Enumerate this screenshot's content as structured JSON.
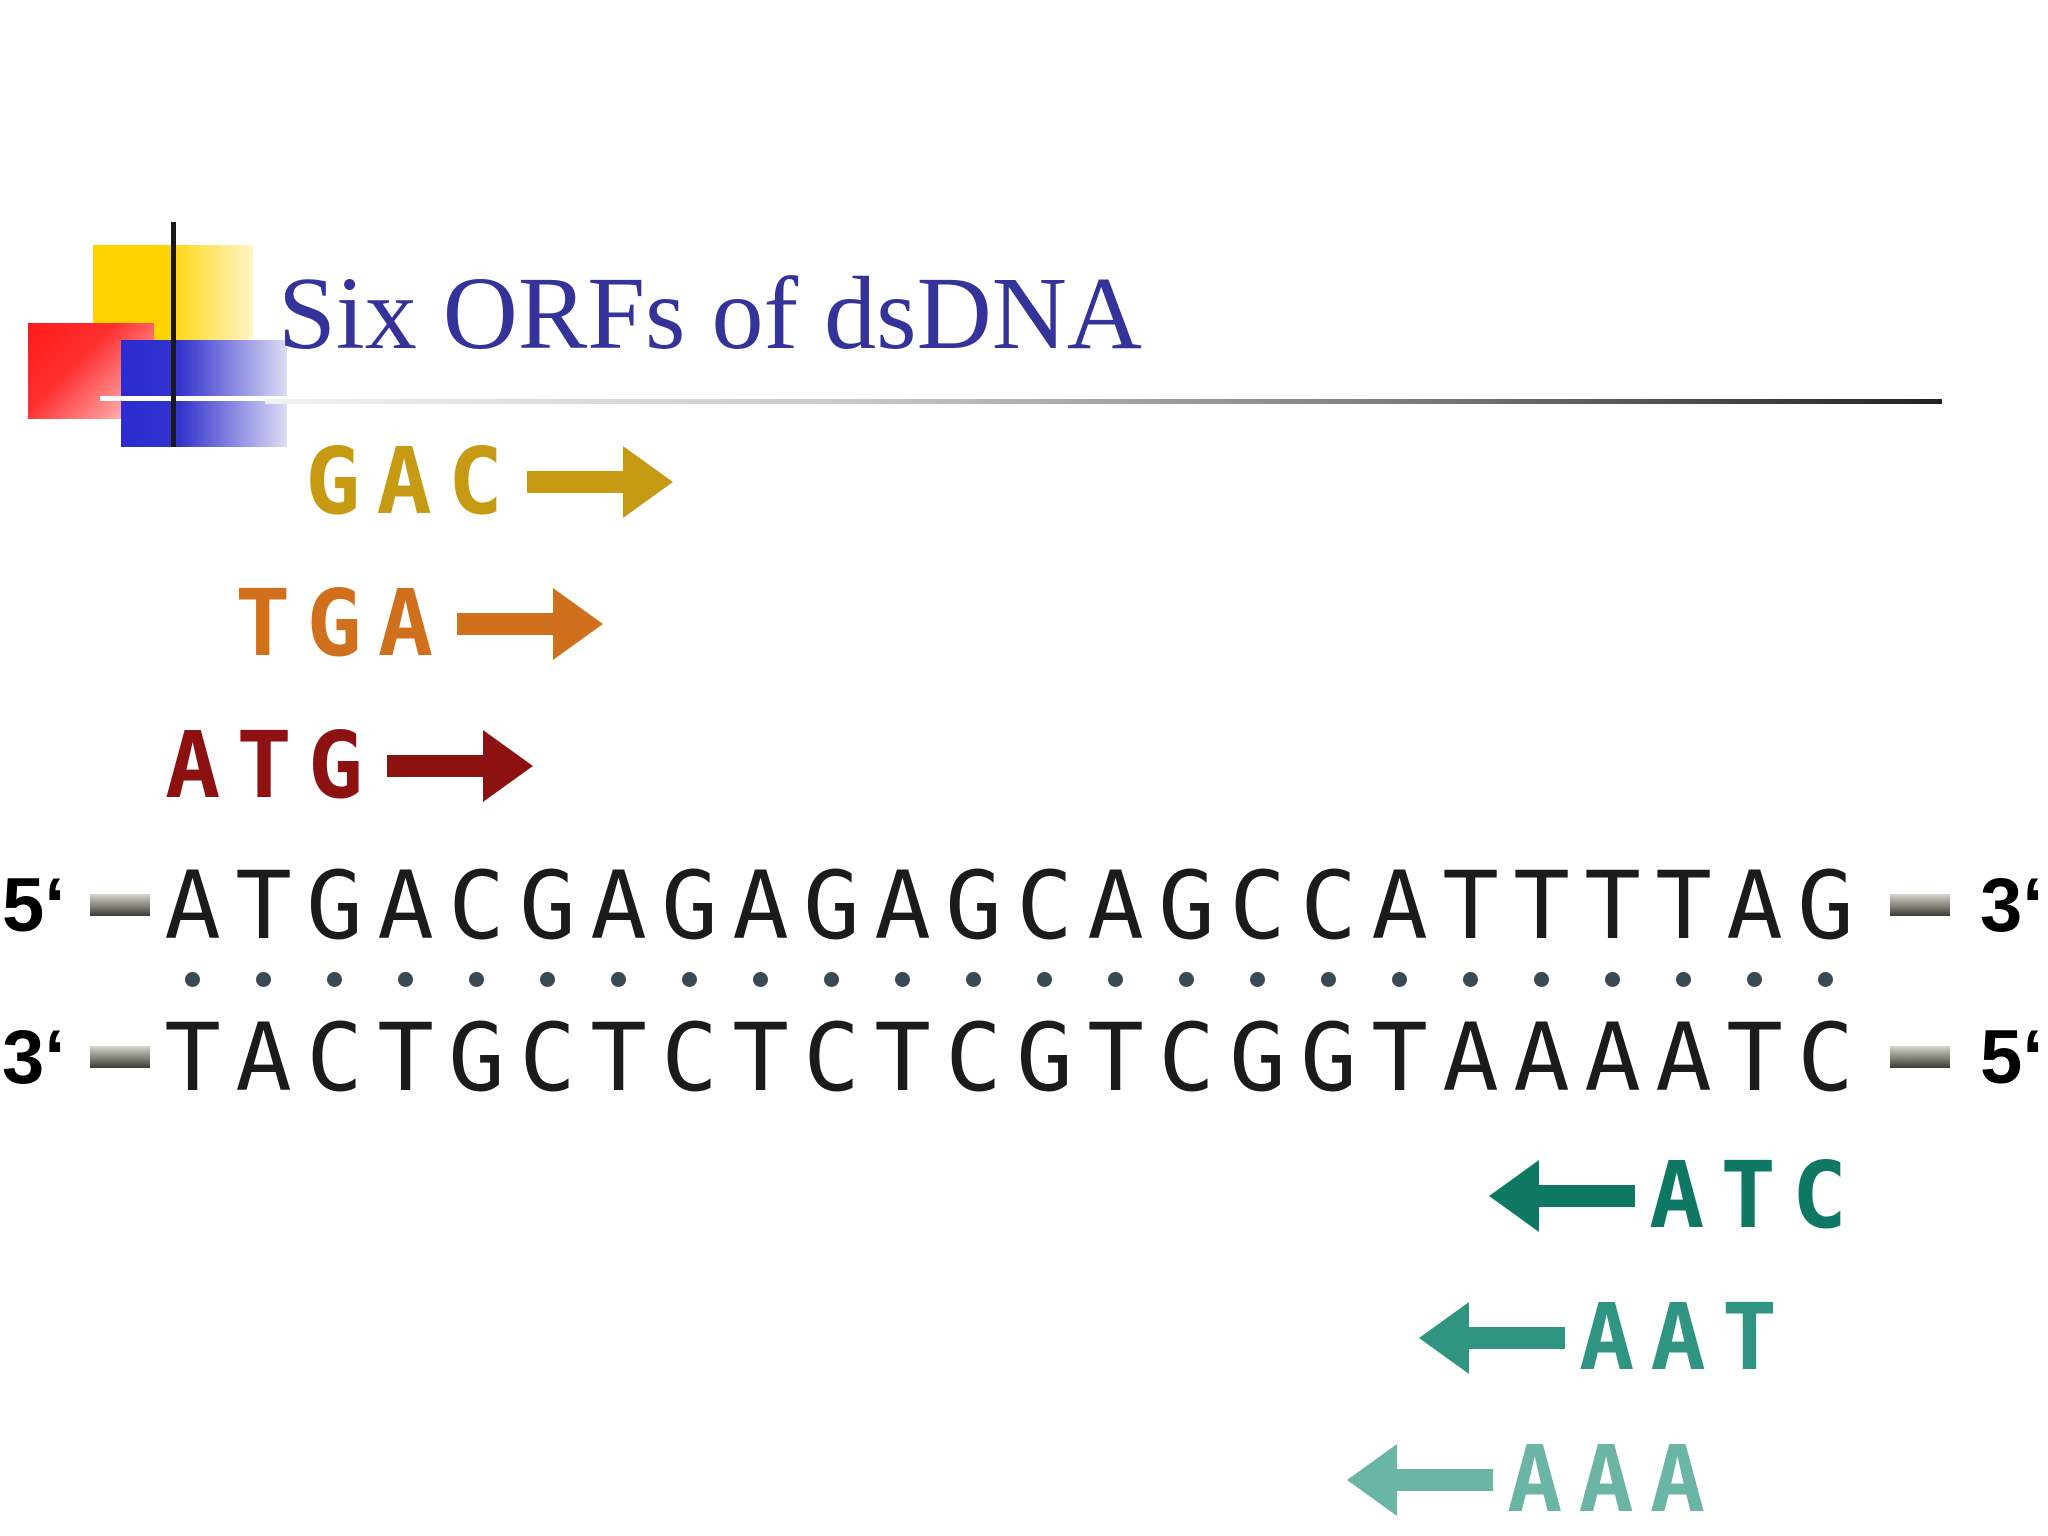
{
  "title": "Six ORFs of dsDNA",
  "forward_frames": [
    {
      "codon": "GAC",
      "color": "#c79a14"
    },
    {
      "codon": "TGA",
      "color": "#d06f1c"
    },
    {
      "codon": "ATG",
      "color": "#8e1111"
    }
  ],
  "top_strand": {
    "left_label": "5‘",
    "right_label": "3‘",
    "bases": [
      "A",
      "T",
      "G",
      "A",
      "C",
      "G",
      "A",
      "G",
      "A",
      "G",
      "A",
      "G",
      "C",
      "A",
      "G",
      "C",
      "C",
      "A",
      "T",
      "T",
      "T",
      "T",
      "A",
      "G"
    ]
  },
  "bottom_strand": {
    "left_label": "3‘",
    "right_label": "5‘",
    "bases": [
      "T",
      "A",
      "C",
      "T",
      "G",
      "C",
      "T",
      "C",
      "T",
      "C",
      "T",
      "C",
      "G",
      "T",
      "C",
      "G",
      "G",
      "T",
      "A",
      "A",
      "A",
      "A",
      "T",
      "C"
    ]
  },
  "reverse_frames": [
    {
      "codon": "ATC",
      "color": "#0e7864"
    },
    {
      "codon": "AAT",
      "color": "#2f9482"
    },
    {
      "codon": "AAA",
      "color": "#6bb5a6"
    }
  ]
}
